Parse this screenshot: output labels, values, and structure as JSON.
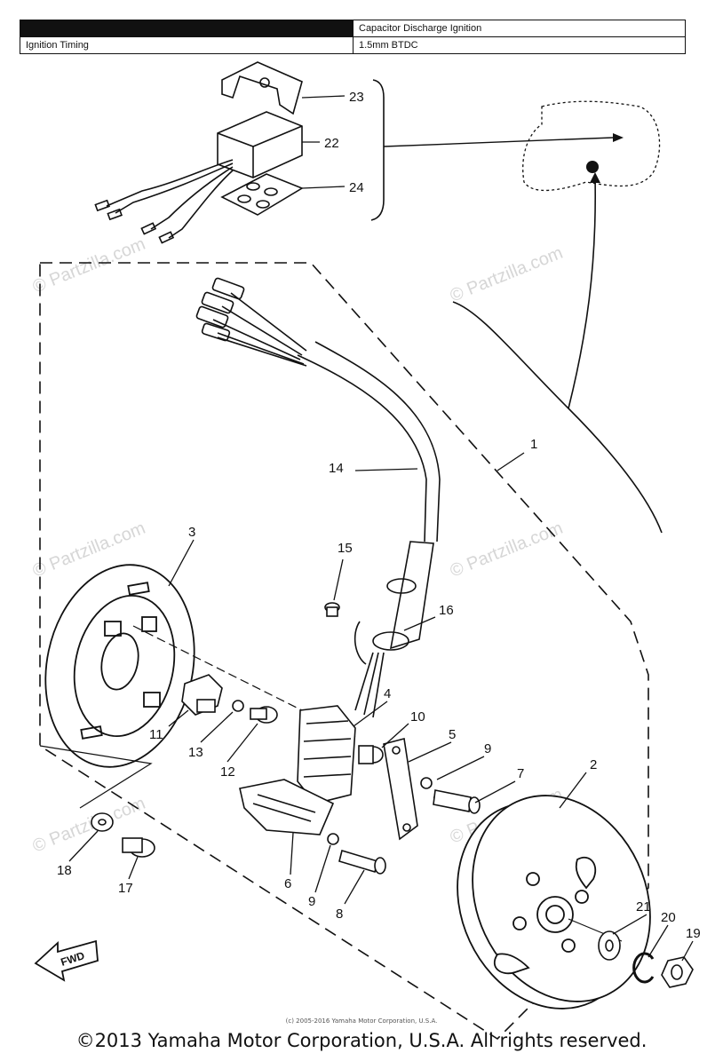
{
  "spec_table": {
    "rows": [
      {
        "label": "",
        "value": "Capacitor Discharge Ignition"
      },
      {
        "label": "Ignition Timing",
        "value": "1.5mm BTDC"
      }
    ]
  },
  "callouts": {
    "c1": "1",
    "c2": "2",
    "c3": "3",
    "c4": "4",
    "c5": "5",
    "c6": "6",
    "c7": "7",
    "c8": "8",
    "c9a": "9",
    "c9b": "9",
    "c10": "10",
    "c11": "11",
    "c12": "12",
    "c13": "13",
    "c14": "14",
    "c15": "15",
    "c16": "16",
    "c17": "17",
    "c18": "18",
    "c19": "19",
    "c20": "20",
    "c21": "21",
    "c22": "22",
    "c23": "23",
    "c24": "24"
  },
  "fwd_label": "FWD",
  "watermark": "© Partzilla.com",
  "footer": {
    "small": "(c) 2005-2016 Yamaha Motor Corporation, U.S.A.",
    "main": "©2013 Yamaha Motor Corporation, U.S.A. All rights reserved."
  }
}
